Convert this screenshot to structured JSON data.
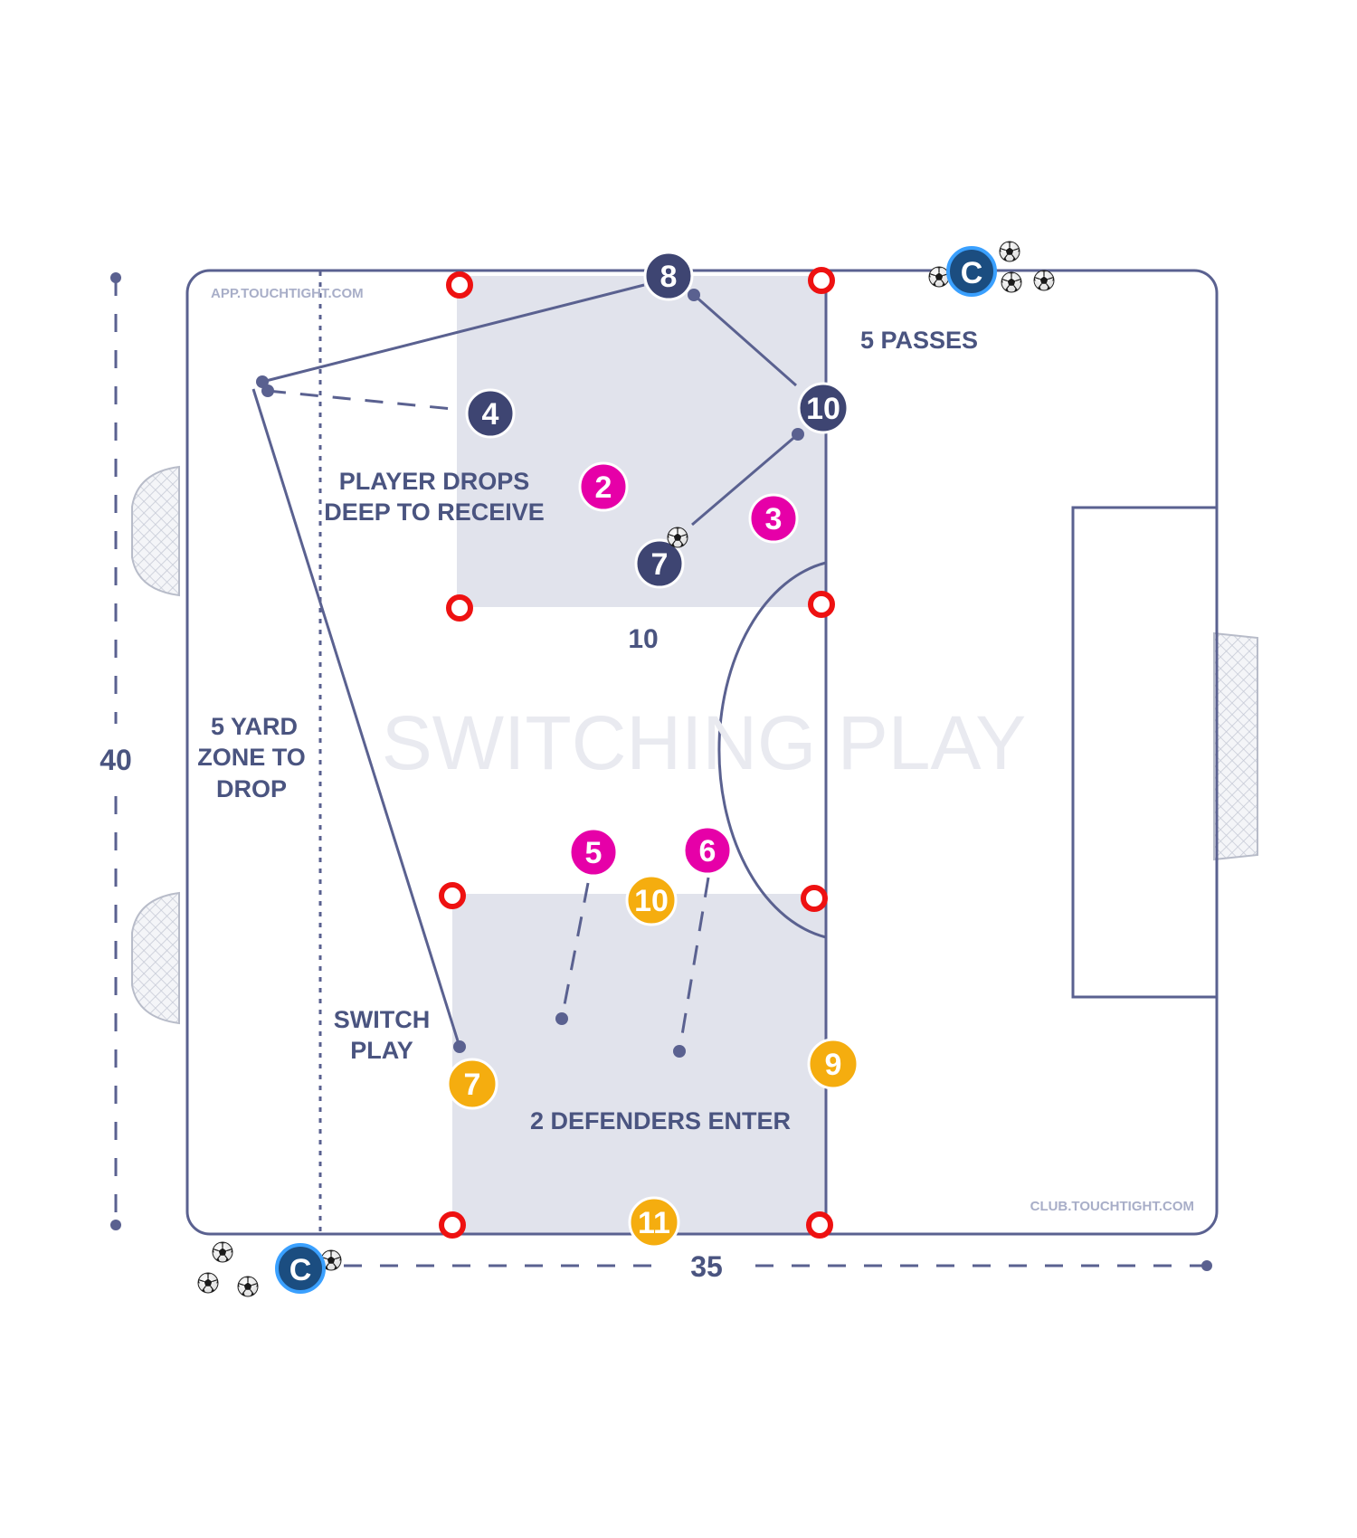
{
  "diagram": {
    "title": "SWITCHING PLAY",
    "watermark_top": "APP.TOUCHTIGHT.COM",
    "watermark_bottom": "CLUB.TOUCHTIGHT.COM",
    "dimension_height": "40",
    "dimension_width": "35",
    "annotations": {
      "passes": "5 PASSES",
      "drop_line1": "PLAYER DROPS",
      "drop_line2": "DEEP TO RECEIVE",
      "grid_size": "10",
      "zone_line1": "5 YARD",
      "zone_line2": "ZONE TO",
      "zone_line3": "DROP",
      "switch_line1": "SWITCH",
      "switch_line2": "PLAY",
      "defenders": "2 DEFENDERS ENTER"
    },
    "colors": {
      "pitch_line": "#5a6190",
      "grid_fill": "#e1e3ec",
      "navy_player": "#3e4572",
      "pink_player": "#e600a8",
      "yellow_player": "#f5ad0f",
      "coach": "#1b4d80",
      "cone": "#ee1111"
    },
    "navy_players": [
      "8",
      "4",
      "10",
      "7"
    ],
    "pink_players": [
      "2",
      "3",
      "5",
      "6"
    ],
    "yellow_players": [
      "10",
      "7",
      "9",
      "11"
    ],
    "coach_label": "C"
  }
}
